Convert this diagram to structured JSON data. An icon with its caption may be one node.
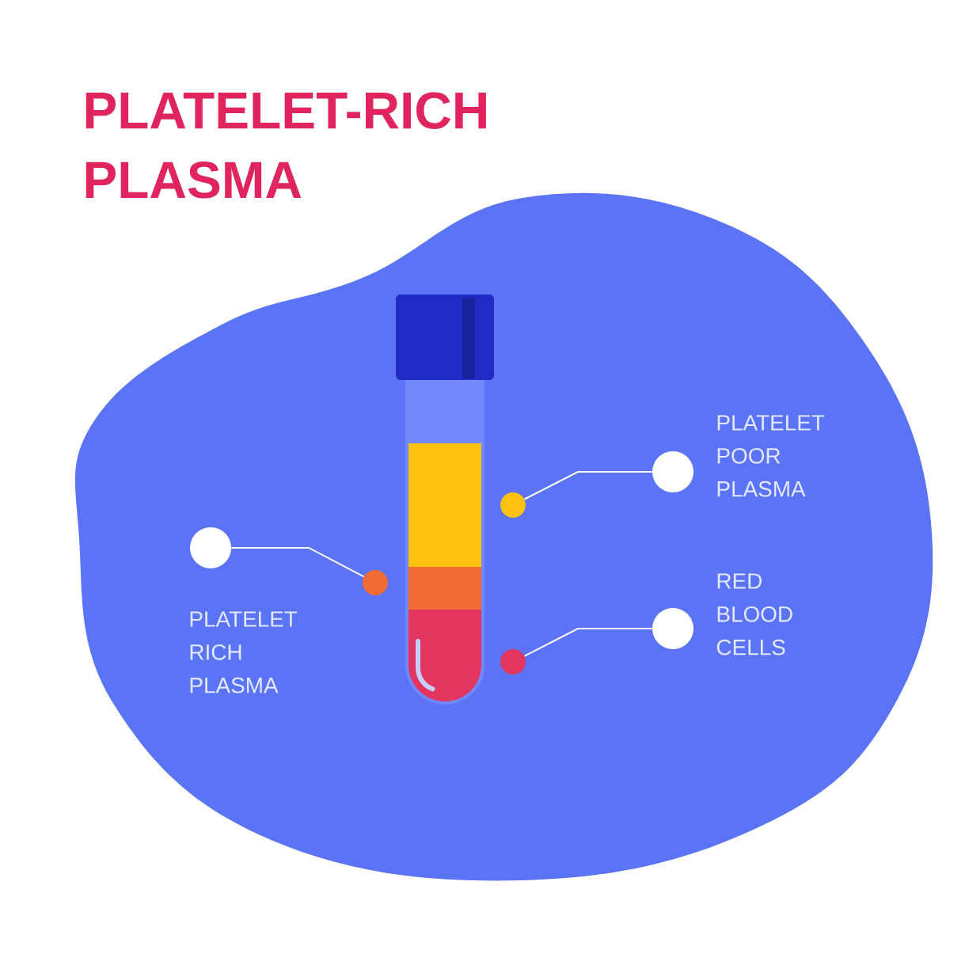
{
  "diagram": {
    "title": "PLATELET-RICH PLASMA",
    "nodes": [
      {
        "text": [],
        "shape": "circle",
        "beside": [
          "PLATELET POOR PLASMA"
        ]
      },
      {
        "text": [],
        "shape": "circle"
      },
      {
        "text": [],
        "shape": "circle",
        "beside": [
          "PLATELET RICH PLASMA"
        ]
      },
      {
        "text": [],
        "shape": "circle"
      },
      {
        "text": [],
        "shape": "circle",
        "beside": [
          "RED BLOOD CELLS"
        ]
      },
      {
        "text": [],
        "shape": "circle"
      }
    ],
    "edges": [
      {
        "from": 1,
        "to": 0,
        "arrow": "none"
      },
      {
        "from": 2,
        "to": 3,
        "arrow": "none"
      },
      {
        "from": 5,
        "to": 4,
        "arrow": "none"
      }
    ]
  }
}
